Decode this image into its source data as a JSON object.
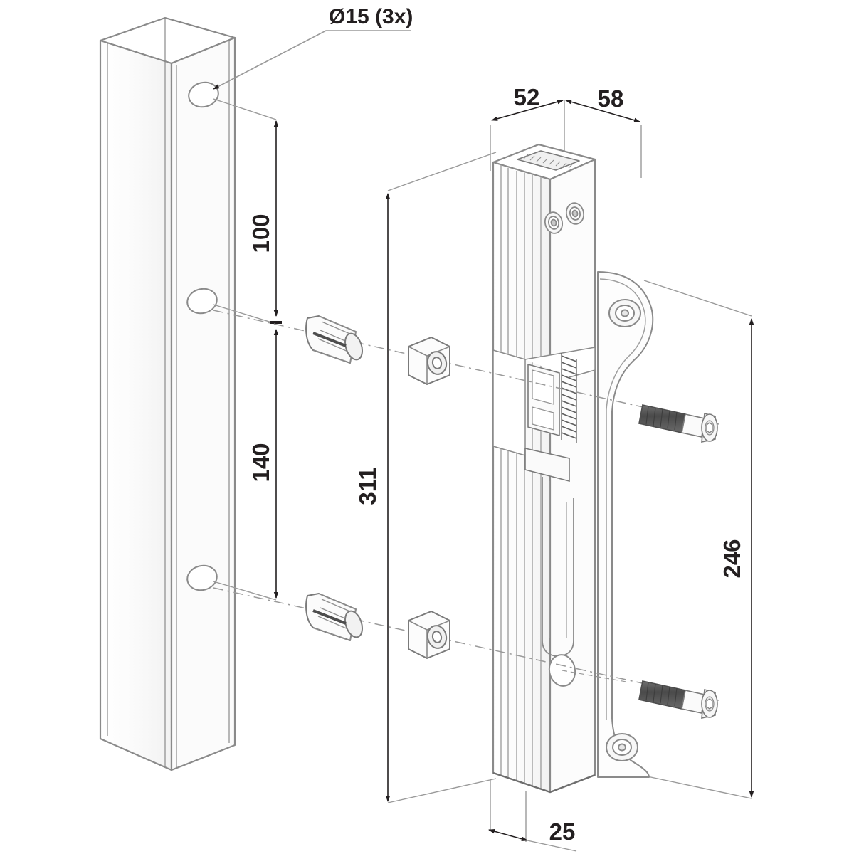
{
  "drawing": {
    "title": "Gate lock installation drawing",
    "type": "exploded-isometric-technical-drawing",
    "units": "mm",
    "line_color": "#808080",
    "outline_color": "#6e6e6e",
    "dim_color": "#231f20",
    "dark_fill": "#4d4d4d",
    "background": "#ffffff"
  },
  "annotations": {
    "hole_callout": "Ø15 (3x)"
  },
  "dimensions": {
    "post_top_to_first_hole": "100",
    "first_to_second_hole": "140",
    "lock_total_height": "311",
    "bracket_height": "246",
    "lock_front_width": "52",
    "lock_back_width": "58",
    "lock_depth": "25"
  },
  "labels": {
    "d100": "100",
    "d140": "140",
    "d311": "311",
    "d246": "246",
    "d52": "52",
    "d58": "58",
    "d25": "25"
  },
  "parts": {
    "post": "square-hollow-post",
    "lock_body": "lock-body",
    "mounting_bracket": "mounting-bracket",
    "anchor_upper": "expansion-anchor-upper",
    "anchor_lower": "expansion-anchor-lower",
    "nut_block_upper": "square-nut-block-upper",
    "nut_block_lower": "square-nut-block-lower",
    "bolt_upper": "socket-head-bolt-upper",
    "bolt_lower": "socket-head-bolt-lower",
    "post_hole_top": "post-hole-top",
    "post_hole_middle": "post-hole-middle",
    "post_hole_bottom": "post-hole-bottom"
  }
}
